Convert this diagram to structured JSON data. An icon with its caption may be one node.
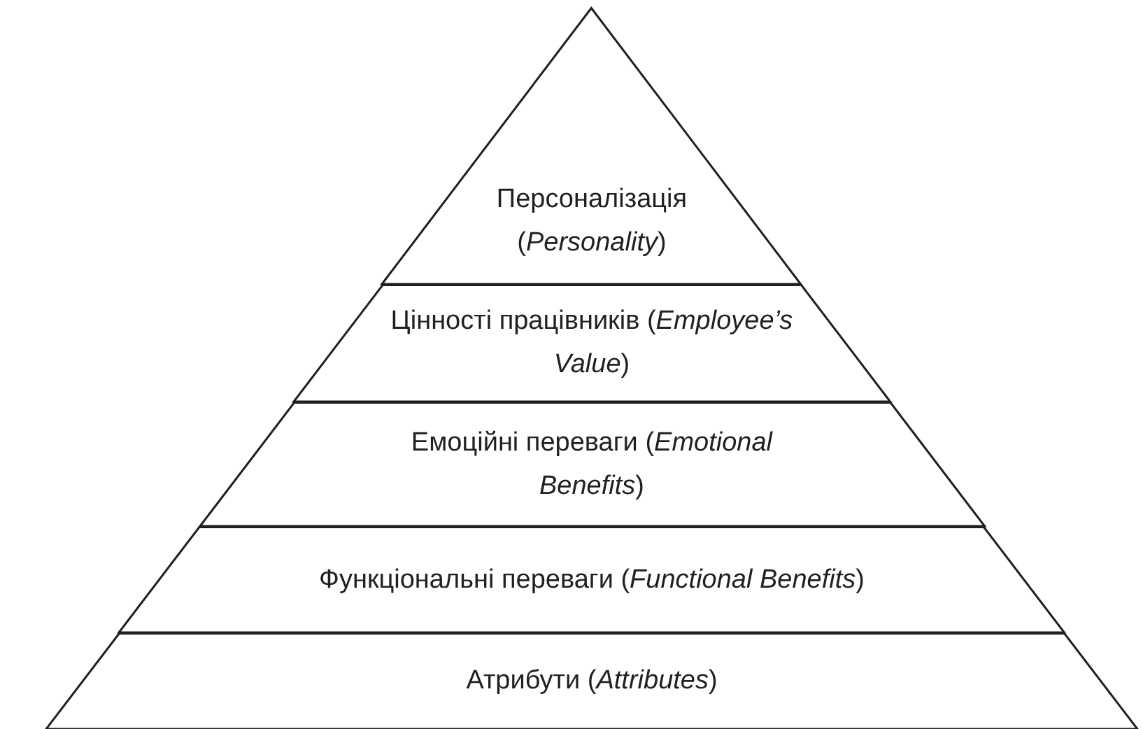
{
  "diagram": {
    "nodes": [
      {
        "text": [
          "Персоналізація (*Personality*)"
        ]
      },
      {
        "text": [
          "Цінності працівників (*Employee’s Value*)"
        ]
      },
      {
        "text": [
          "Емоційні переваги (*Emotional Benefits*)"
        ]
      },
      {
        "text": [
          "Функціональні переваги (*Functional Benefits*)"
        ]
      },
      {
        "text": [
          "Атрибути (*Attributes*)"
        ]
      }
    ]
  }
}
